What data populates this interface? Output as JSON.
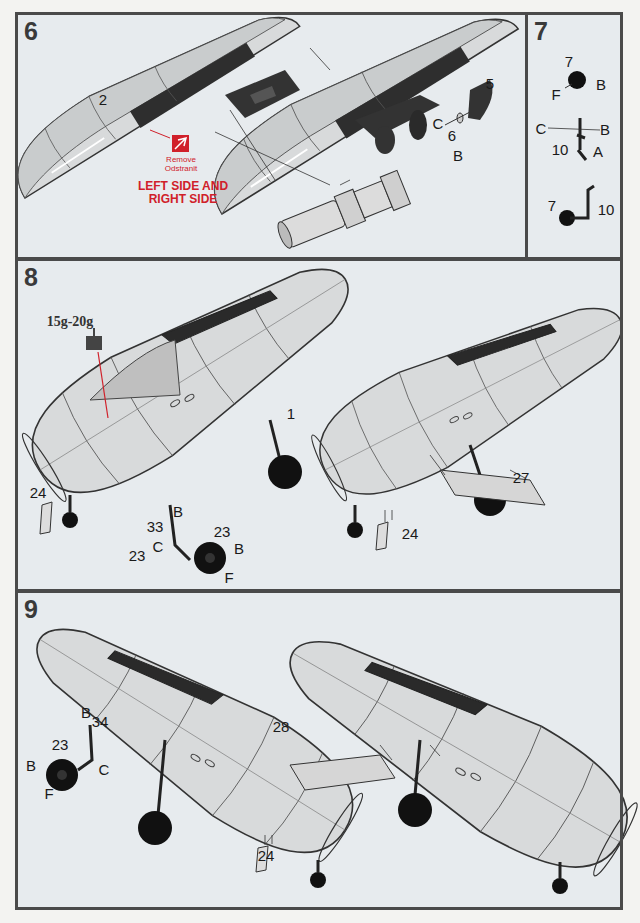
{
  "diagram": {
    "nodes": [
      {
        "text": [
          "6"
        ]
      },
      {
        "text": [
          "7"
        ]
      },
      {
        "text": [
          "8"
        ]
      },
      {
        "text": [
          "9"
        ]
      }
    ],
    "labels": [
      "2",
      "Remove",
      "Odstranit",
      "LEFT SIDE AND RIGHT SIDE",
      "5",
      "C",
      "6",
      "B",
      "7",
      "F",
      "B",
      "C",
      "B",
      "10",
      "A",
      "7",
      "10",
      "15g-20g",
      "1",
      "24",
      "B",
      "33",
      "23",
      "23",
      "C",
      "B",
      "F",
      "27",
      "24",
      "B",
      "34",
      "23",
      "B",
      "C",
      "F",
      "24",
      "28"
    ]
  }
}
